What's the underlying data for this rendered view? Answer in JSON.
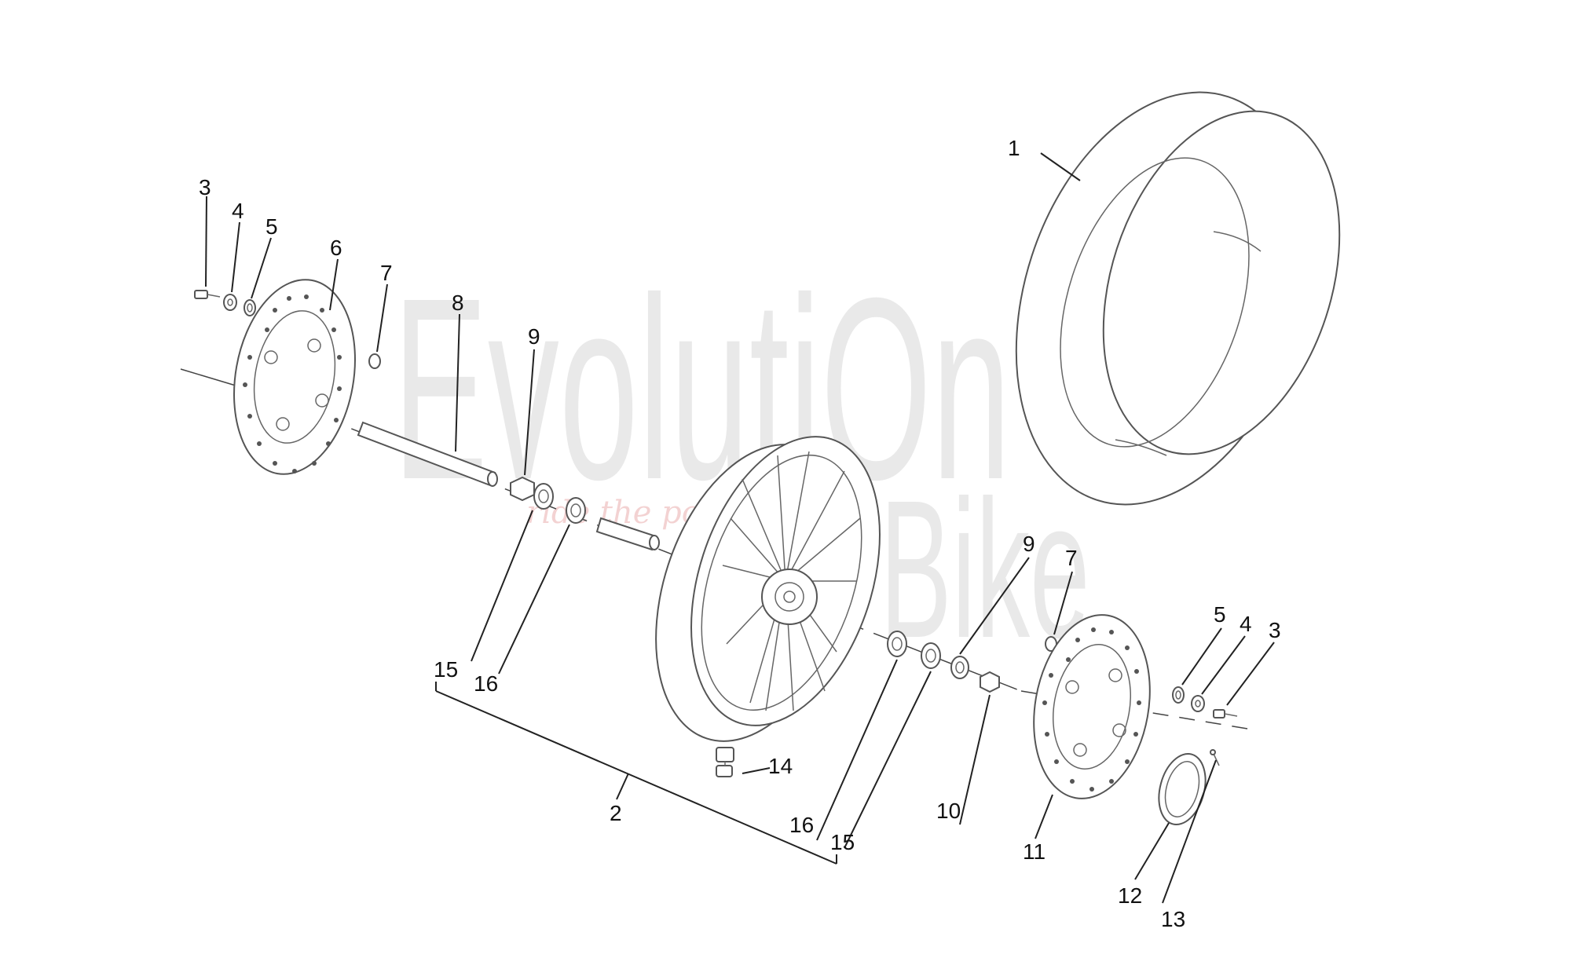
{
  "watermark": {
    "brand_main": "EvolutiOn",
    "brand_second": "Bike",
    "tagline": "ride the power"
  },
  "callouts": {
    "c1": "1",
    "c2": "2",
    "c3_left": "3",
    "c4_left": "4",
    "c5_left": "5",
    "c6": "6",
    "c7_left": "7",
    "c8": "8",
    "c9_left": "9",
    "c15_left": "15",
    "c16_left": "16",
    "c9_right": "9",
    "c7_right": "7",
    "c5_right": "5",
    "c4_right": "4",
    "c3_right": "3",
    "c14": "14",
    "c16_right": "16",
    "c15_right": "15",
    "c10": "10",
    "c11": "11",
    "c12": "12",
    "c13": "13"
  }
}
